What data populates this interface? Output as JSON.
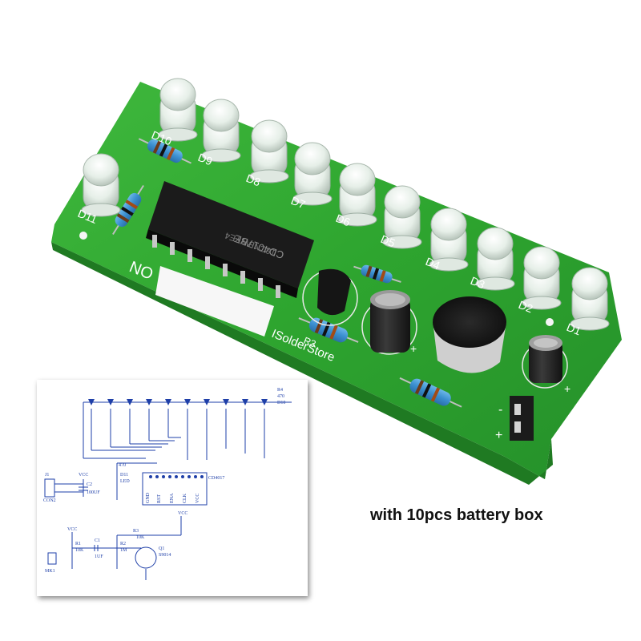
{
  "caption": "with 10pcs battery box",
  "board": {
    "brand": "ISolderStore",
    "label_no": "NO",
    "chip_marking": "CD4017BE",
    "chip_code": "16CNBWYE4",
    "resistor_label": "R3",
    "led_labels": [
      "D11",
      "D10",
      "D9",
      "D8",
      "D7",
      "D6",
      "D5",
      "D4",
      "D3",
      "D2",
      "D1"
    ],
    "plus_sign": "+",
    "minus_sign": "-"
  },
  "schematic": {
    "ic_label": "CD4017",
    "ic_pins": [
      "GND",
      "RST",
      "ENA",
      "CLK",
      "VCC"
    ],
    "connector": "CON2",
    "connector_id": "J1",
    "cap_c2": "C2",
    "cap_c2_val": "100UF",
    "vcc": "VCC",
    "r4": "R4",
    "r4_val": "470",
    "d10": "D10",
    "led": "LED",
    "d11": "D11",
    "r5": "470",
    "r3": "R3",
    "r3_val": "10K",
    "r1": "R1",
    "r1_val": "10K",
    "r2": "R2",
    "r2_val": "1M",
    "c1": "C1",
    "c1_val": "1UF",
    "q1": "Q1",
    "q1_val": "S9014",
    "mk1": "MK1"
  }
}
